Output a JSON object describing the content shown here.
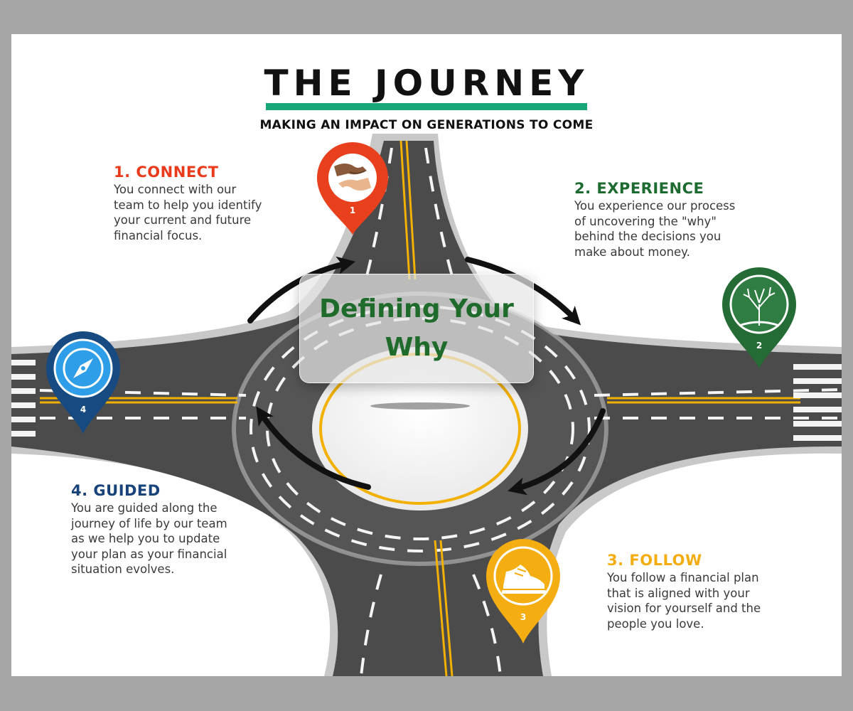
{
  "title": "THE JOURNEY",
  "subtitle": "MAKING AN IMPACT ON GENERATIONS TO COME",
  "center_label": "Defining Your\nWhy",
  "steps": [
    {
      "heading": "1. CONNECT",
      "text": "You connect with our\nteam to help you identify\nyour current and future\nfinancial focus.",
      "pin_number": "1",
      "pin_color": "#e8401c",
      "icon": "hands-icon"
    },
    {
      "heading": "2. EXPERIENCE",
      "text": "You experience our process\nof uncovering the \"why\"\nbehind the decisions you\nmake about money.",
      "pin_number": "2",
      "pin_color": "#246b36",
      "icon": "tree-icon"
    },
    {
      "heading": "3. FOLLOW",
      "text": "You follow a financial plan\nthat is aligned with your\nvision for yourself and the\npeople you love.",
      "pin_number": "3",
      "pin_color": "#f5ae12",
      "icon": "sneaker-icon"
    },
    {
      "heading": "4. GUIDED",
      "text": "You are guided along the\njourney of life by our team\nas we help you to update\nyour plan as your financial\nsituation evolves.",
      "pin_number": "4",
      "pin_color": "#164a80",
      "icon": "compass-icon"
    }
  ],
  "colors": {
    "accent_bar": "#19a679",
    "road": "#4a4a4a",
    "road_center_line": "#f2b100",
    "sign_text": "#1f6b2b"
  }
}
